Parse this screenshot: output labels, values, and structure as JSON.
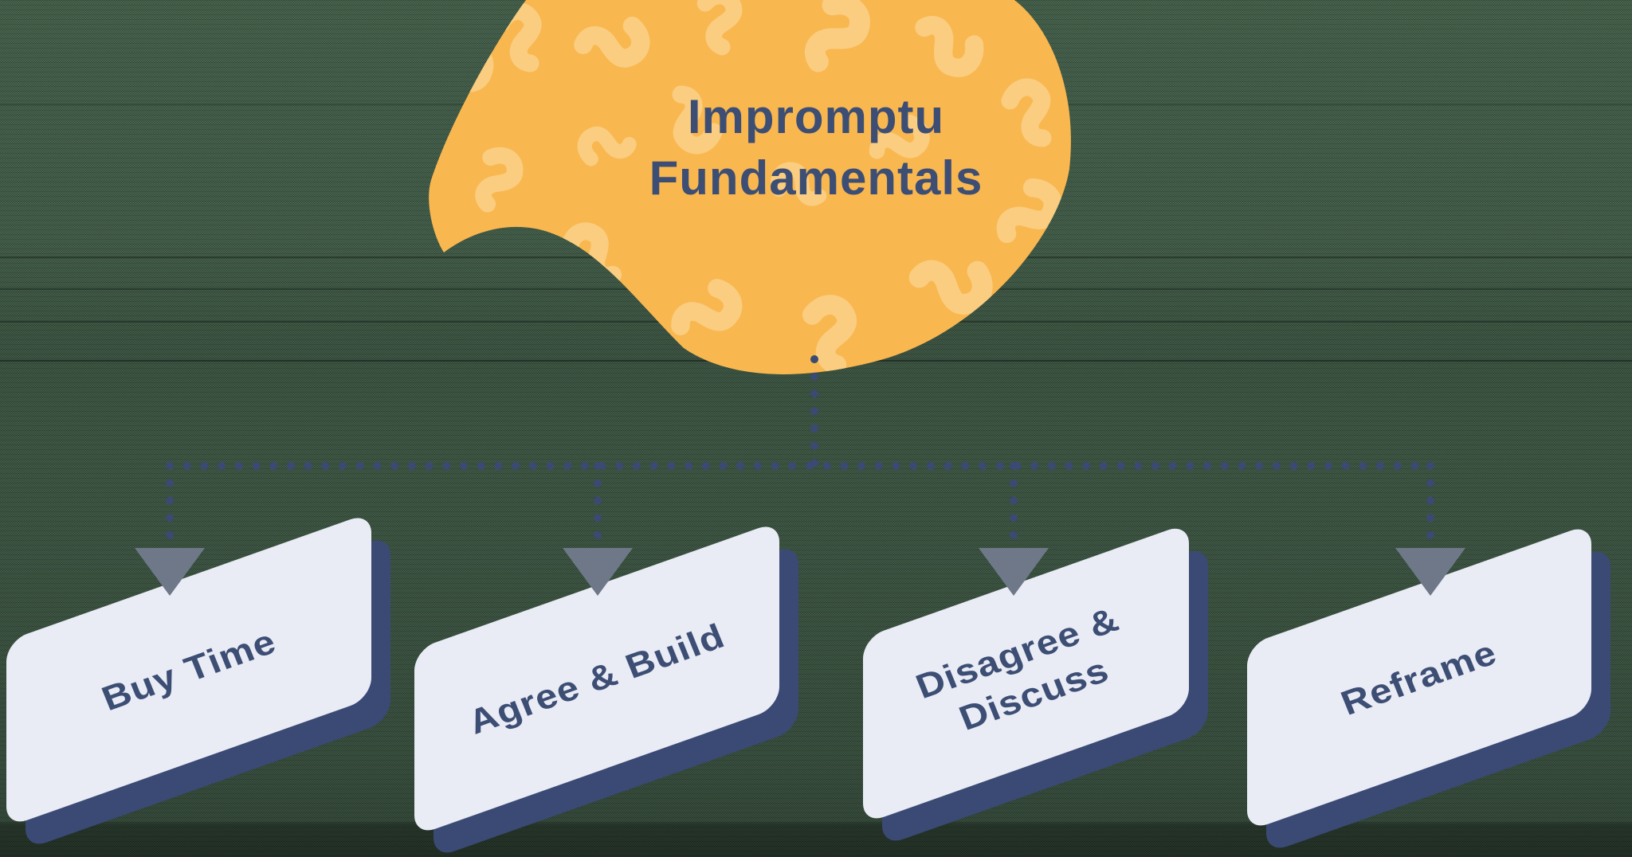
{
  "bubble": {
    "title_line1": "Impromptu",
    "title_line2": "Fundamentals",
    "fill": "#F9B750",
    "pattern_color": "#FACD80",
    "text_color": "#3D4E74"
  },
  "connector": {
    "dot_color": "#3A4A72",
    "arrow_color": "#6E7888",
    "arrow_count": 4
  },
  "cards": [
    {
      "line1": "Buy Time",
      "line2": ""
    },
    {
      "line1": "Agree & Build",
      "line2": ""
    },
    {
      "line1": "Disagree &",
      "line2": "Discuss"
    },
    {
      "line1": "Reframe",
      "line2": ""
    }
  ],
  "card_style": {
    "face_color": "#E9EBF5",
    "shadow_color": "#3A4A74",
    "text_color": "#3D4E74"
  },
  "background": {
    "green": "#4E6C55"
  }
}
